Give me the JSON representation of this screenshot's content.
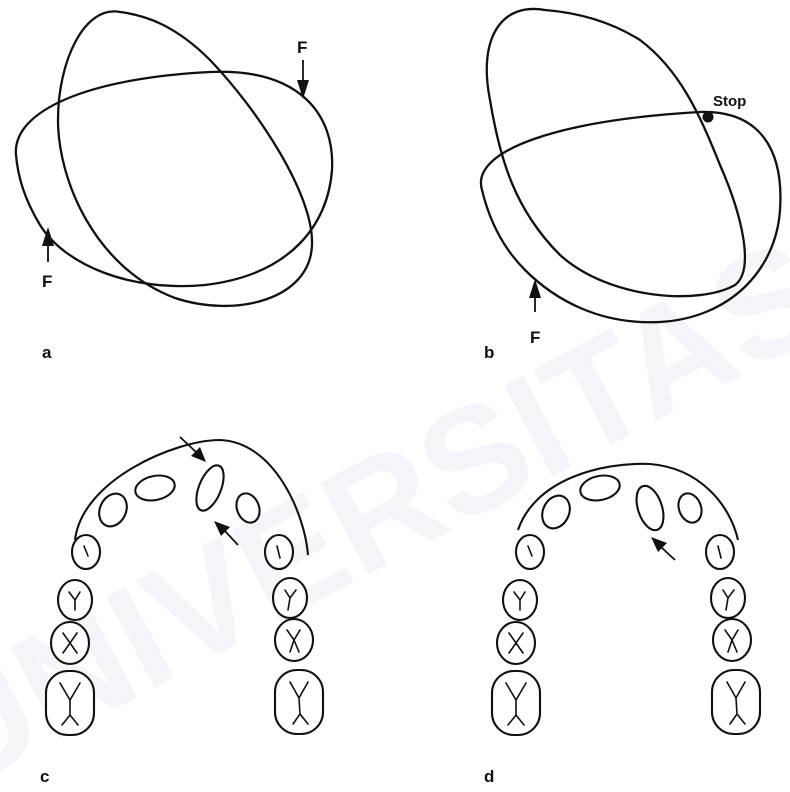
{
  "panels": [
    {
      "id": "a",
      "label": "a",
      "force_label_top": "F",
      "force_label_bottom": "F"
    },
    {
      "id": "b",
      "label": "b",
      "force_label": "F",
      "stop_label": "Stop"
    },
    {
      "id": "c",
      "label": "c"
    },
    {
      "id": "d",
      "label": "d"
    }
  ],
  "watermark": {
    "text": "UNIVERSITAS",
    "color": "#d9ddeb"
  }
}
